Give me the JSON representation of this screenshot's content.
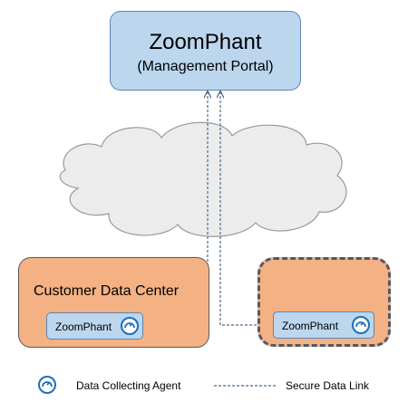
{
  "portal": {
    "title": "ZoomPhant",
    "subtitle": "(Management Portal)"
  },
  "customer_dc": {
    "title": "Customer Data Center",
    "agent_label": "ZoomPhant"
  },
  "remote_dc": {
    "agent_label": "ZoomPhant"
  },
  "legend": {
    "agent_label": "Data Collecting Agent",
    "link_label": "Secure Data Link"
  },
  "icons": {
    "agent": "gauge-icon",
    "agent_color": "#1e6fb8"
  },
  "colors": {
    "portal_fill": "#bcd6ee",
    "datacenter_fill": "#f4b183",
    "cloud_fill": "#ececec",
    "link": "#4a6a8a"
  }
}
